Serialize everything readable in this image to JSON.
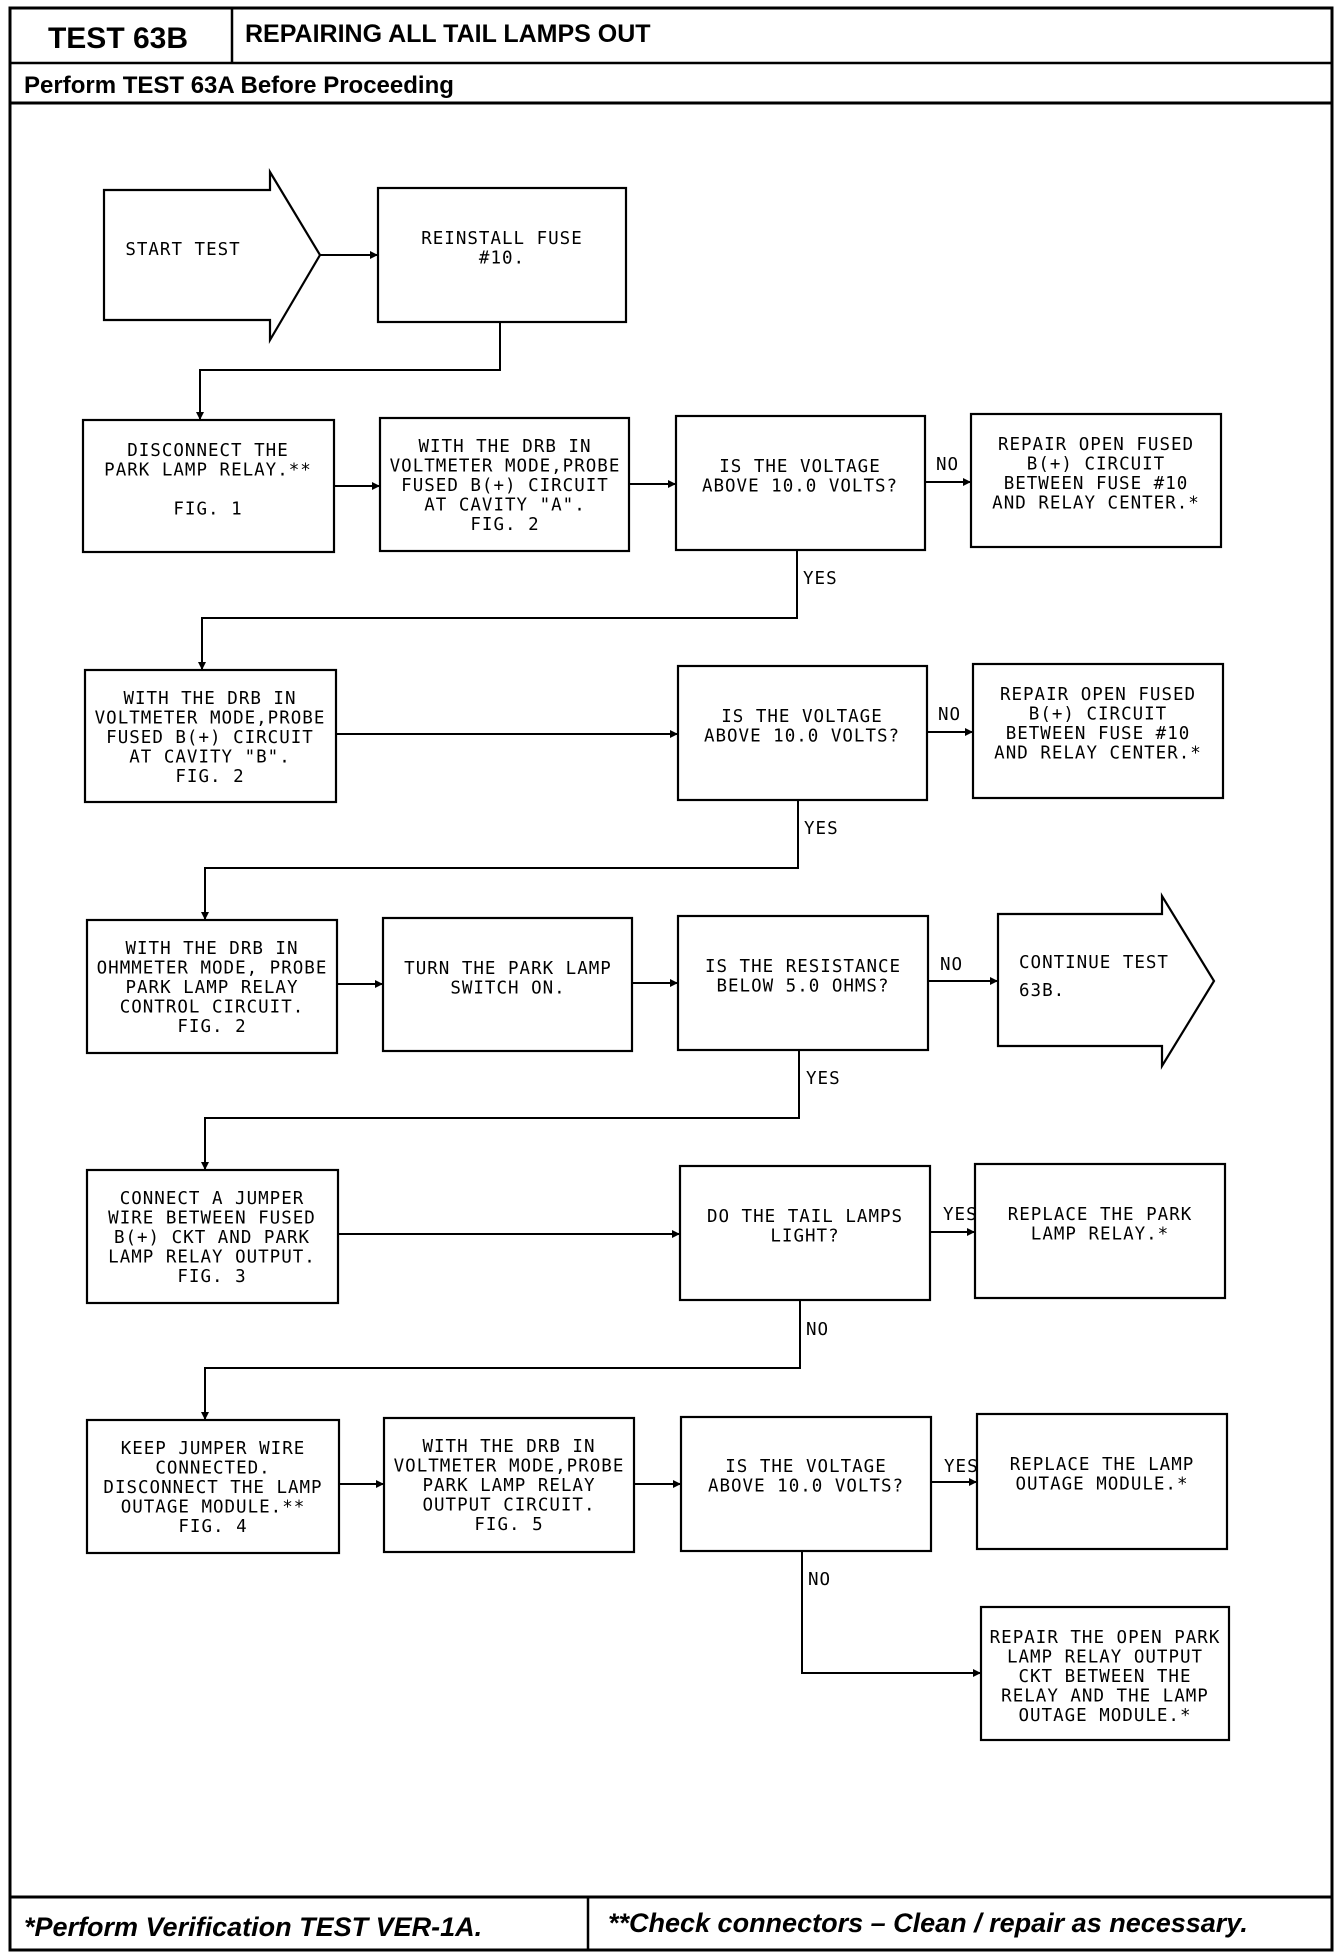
{
  "header": {
    "test_id": "TEST 63B",
    "title": "REPAIRING ALL TAIL LAMPS OUT",
    "prerequisite": "Perform TEST 63A Before Proceeding"
  },
  "footer": {
    "note_single": "*Perform Verification TEST VER-1A.",
    "note_double": "**Check connectors – Clean / repair as necessary."
  },
  "nodes": {
    "start": [
      "START TEST"
    ],
    "reinstall_fuse": [
      "REINSTALL FUSE",
      "#10."
    ],
    "disconnect_relay": [
      "DISCONNECT THE",
      "PARK LAMP RELAY.**",
      "",
      "FIG. 1"
    ],
    "probe_cavity_a": [
      "WITH THE DRB IN",
      "VOLTMETER MODE,PROBE",
      "FUSED B(+) CIRCUIT",
      "AT CAVITY \"A\".",
      "FIG. 2"
    ],
    "q_voltage_1": [
      "IS THE VOLTAGE",
      "ABOVE 10.0 VOLTS?"
    ],
    "repair_fused_1": [
      "REPAIR OPEN FUSED",
      "B(+) CIRCUIT",
      "BETWEEN FUSE #10",
      "AND RELAY CENTER.*"
    ],
    "probe_cavity_b": [
      "WITH THE DRB IN",
      "VOLTMETER MODE,PROBE",
      "FUSED B(+) CIRCUIT",
      "AT CAVITY \"B\".",
      "FIG. 2"
    ],
    "q_voltage_2": [
      "IS THE VOLTAGE",
      "ABOVE 10.0 VOLTS?"
    ],
    "repair_fused_2": [
      "REPAIR OPEN FUSED",
      "B(+) CIRCUIT",
      "BETWEEN FUSE #10",
      "AND RELAY CENTER.*"
    ],
    "ohmmeter_probe": [
      "WITH THE DRB IN",
      "OHMMETER MODE, PROBE",
      "PARK LAMP RELAY",
      "CONTROL CIRCUIT.",
      "FIG. 2"
    ],
    "switch_on": [
      "TURN THE PARK LAMP",
      "SWITCH ON."
    ],
    "q_resistance": [
      "IS THE RESISTANCE",
      "BELOW 5.0 OHMS?"
    ],
    "continue_test": [
      "CONTINUE TEST",
      "63B."
    ],
    "connect_jumper": [
      "CONNECT A JUMPER",
      "WIRE BETWEEN FUSED",
      "B(+) CKT AND PARK",
      "LAMP RELAY OUTPUT.",
      "FIG. 3"
    ],
    "q_tail_lamps": [
      "DO THE TAIL LAMPS",
      "LIGHT?"
    ],
    "replace_relay": [
      "REPLACE THE PARK",
      "LAMP RELAY.*"
    ],
    "keep_jumper": [
      "KEEP JUMPER WIRE",
      "CONNECTED.",
      "DISCONNECT THE LAMP",
      "OUTAGE MODULE.**",
      "FIG. 4"
    ],
    "probe_output": [
      "WITH THE DRB IN",
      "VOLTMETER MODE,PROBE",
      "PARK LAMP RELAY",
      "OUTPUT CIRCUIT.",
      "FIG. 5"
    ],
    "q_voltage_3": [
      "IS THE VOLTAGE",
      "ABOVE 10.0 VOLTS?"
    ],
    "replace_module": [
      "REPLACE THE LAMP",
      "OUTAGE MODULE.*"
    ],
    "repair_output": [
      "REPAIR THE OPEN PARK",
      "LAMP RELAY OUTPUT",
      "CKT BETWEEN THE",
      "RELAY AND THE LAMP",
      "OUTAGE MODULE.*"
    ]
  },
  "edge_labels": {
    "yes": "YES",
    "no": "NO"
  }
}
